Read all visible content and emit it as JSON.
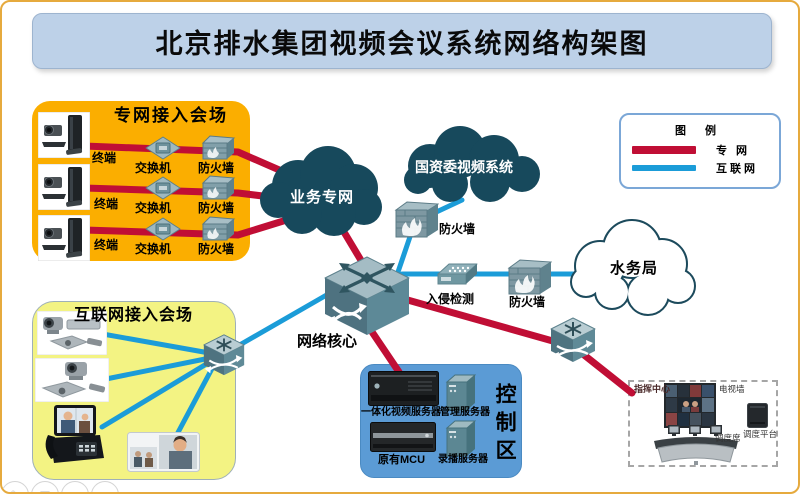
{
  "title": "北京排水集团视频会议系统网络构架图",
  "legend": {
    "title": "图 例",
    "items": [
      {
        "label": "专 网",
        "color": "#C00E35"
      },
      {
        "label": "互联网",
        "color": "#1B9CD8"
      }
    ]
  },
  "private_venue": {
    "title": "专网接入会场",
    "rows": [
      {
        "terminal": "终端",
        "switch": "交换机",
        "firewall": "防火墙"
      },
      {
        "terminal": "终端",
        "switch": "交换机",
        "firewall": "防火墙"
      },
      {
        "terminal": "终端",
        "switch": "交换机",
        "firewall": "防火墙"
      }
    ]
  },
  "internet_venue": {
    "title": "互联网接入会场"
  },
  "clouds": {
    "business": "业务专网",
    "sasac": "国资委视频系统",
    "water": "水务局"
  },
  "core": {
    "label": "网络核心"
  },
  "mid_devices": {
    "ids": "入侵检测",
    "firewall_right": "防火墙",
    "firewall_upper": "防火墙"
  },
  "control_zone": {
    "label": "控制区",
    "server1": "一体化视频服务器",
    "server2": "管理服务器",
    "server3": "原有MCU",
    "server4": "录播服务器"
  },
  "command_center": {
    "label": "指挥中心",
    "tv_wall": "电视墙",
    "console": "调度席",
    "platform": "调度平台"
  },
  "colors": {
    "private_line": "#C00E35",
    "internet_line": "#1B9CD8",
    "private_box": "#FBAE00",
    "internet_box": "#F3F383",
    "control_box": "#5B9BD5",
    "cloud_dark": "#17495C",
    "title_bg": "#BDD1E8"
  },
  "icons": {
    "terminal-icon": "camera-and-codec-photo",
    "switch-icon": "teal-diamond",
    "firewall-icon": "brick-wall-flame",
    "core-switch-icon": "cube-with-arrows",
    "lan-switch-icon": "cube-with-snowflake",
    "ids-icon": "flat-sensor-slab",
    "server-icon": "teal-tower",
    "rack-server-icon": "dark-rack-unit",
    "video-phone-icon": "desk-video-phone",
    "tablet-icon": "tablet-video-call",
    "tv-wall-icon": "multi-screen-wall",
    "console-icon": "dispatch-desk",
    "platform-icon": "dark-appliance"
  }
}
